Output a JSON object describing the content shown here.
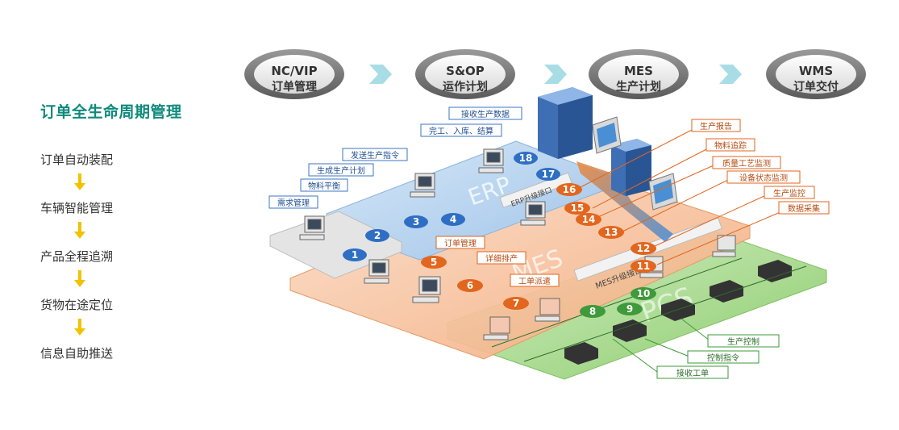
{
  "sidebar": {
    "title": "订单全生命周期管理",
    "steps": [
      "订单自动装配",
      "车辆智能管理",
      "产品全程追溯",
      "货物在途定位",
      "信息自助推送"
    ],
    "arrow_color": "#f2c200"
  },
  "pipeline": [
    {
      "line1": "NC/VIP",
      "line2": "订单管理"
    },
    {
      "line1": "S&OP",
      "line2": "运作计划"
    },
    {
      "line1": "MES",
      "line2": "生产计划"
    },
    {
      "line1": "WMS",
      "line2": "订单交付"
    }
  ],
  "layers": {
    "erp": {
      "label": "ERP",
      "bar": "ERP升级接口"
    },
    "mes": {
      "label": "MES",
      "bar": "MES升级接口"
    },
    "pcs": {
      "label": "PCS"
    }
  },
  "erp_labels": [
    "接收生产数据",
    "完工、入库、结算",
    "发送生产指令",
    "生成生产计划",
    "物料平衡",
    "需求管理"
  ],
  "mes_left_labels": [
    "订单管理",
    "详细排产",
    "工单派遣"
  ],
  "mes_right_labels": [
    "生产报告",
    "物料追踪",
    "质量工艺监测",
    "设备状态监测",
    "生产监控",
    "数据采集"
  ],
  "pcs_labels": [
    "生产控制",
    "控制指令",
    "接收工单"
  ],
  "numbers": [
    "1",
    "2",
    "3",
    "4",
    "5",
    "6",
    "7",
    "8",
    "9",
    "10",
    "11",
    "12",
    "13",
    "14",
    "15",
    "16",
    "17",
    "18"
  ],
  "colors": {
    "title": "#0e8a7c",
    "erp_layer": "#bcd6f0",
    "mes_layer": "#f7c7a6",
    "pcs_layer": "#a8d890",
    "blue_circle": "#2e6fc4",
    "orange_circle": "#e2661e",
    "green_circle": "#3e9a3a",
    "chevron": "#a9dde6"
  }
}
